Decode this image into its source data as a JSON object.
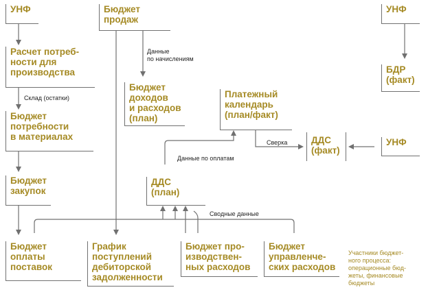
{
  "nodes": {
    "unf_top_left": "УНФ",
    "budget_sales": "Бюджет\nпродаж",
    "unf_top_right": "УНФ",
    "production_needs": "Расчет потреб-\nности для\nпроизводства",
    "bdr_fact": "БДР\n(факт)",
    "income_expense_budget": "Бюджет\nдоходов\nи расходов\n(план)",
    "payment_calendar": "Платежный\nкалендарь\n(план/факт)",
    "material_needs_budget": "Бюджет\nпотребности\nв материалах",
    "dds_fact": "ДДС\n(факт)",
    "unf_right": "УНФ",
    "purchases_budget": "Бюджет\nзакупок",
    "dds_plan": "ДДС\n(план)",
    "supplies_payment_budget": "Бюджет\nоплаты\nпоставок",
    "receivables_schedule": "График\nпоступлений\nдебиторской\nзадолженности",
    "production_expenses_budget": "Бюджет про-\nизводствен-\nных расходов",
    "management_expenses_budget": "Бюджет\nуправленче-\nских расходов"
  },
  "edge_labels": {
    "data_by_accruals": "Данные\nпо начислениям",
    "warehouse_stock": "Склад (остатки)",
    "data_by_payments": "Данные по оплатам",
    "reconciliation": "Сверка",
    "summary_data": "Сводные данные"
  },
  "note": "Участники бюджет-\nного процесса:\nоперационные бюд-\nжеты, финансовые\nбюджеты",
  "colors": {
    "node_text": "#a58a24",
    "lines": "#707070",
    "label_text": "#222222"
  }
}
